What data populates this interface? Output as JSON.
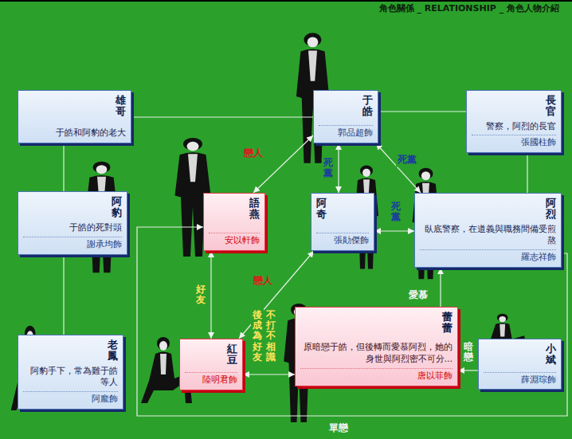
{
  "diagram": {
    "title": "角色關係 _ RELATIONSHIP _ 角色人物介紹",
    "nodes": [
      {
        "text": [
          "雄哥",
          "于皓和阿豹的老大"
        ]
      },
      {
        "text": [
          "于皓",
          "郭品超飾"
        ]
      },
      {
        "text": [
          "長官",
          "警察，阿烈的長官",
          "張國柱飾"
        ]
      },
      {
        "text": [
          "阿豹",
          "于皓的死對頭",
          "謝承均飾"
        ]
      },
      {
        "text": [
          "語燕",
          "安以軒飾"
        ]
      },
      {
        "text": [
          "阿奇",
          "張勛傑飾"
        ]
      },
      {
        "text": [
          "阿烈",
          "臥底警察，在道義與職務間備受煎熬",
          "羅志祥飾"
        ]
      },
      {
        "text": [
          "老鳳",
          "阿豹手下，常為難于皓等人",
          "阿龐飾"
        ]
      },
      {
        "text": [
          "紅豆",
          "陸明君飾"
        ]
      },
      {
        "text": [
          "蕾蕾",
          "原暗戀于皓，但後轉而愛慕阿烈，她的身世與阿烈密不可分...",
          "唐以菲飾"
        ]
      },
      {
        "text": [
          "小斌",
          "薛淵琮飾"
        ]
      }
    ],
    "edges": [
      {
        "from": 4,
        "to": 1,
        "label": "戀人",
        "arrow": "both"
      },
      {
        "from": 1,
        "to": 5,
        "label": "死黨",
        "arrow": "both"
      },
      {
        "from": 1,
        "to": 6,
        "label": "死黨",
        "arrow": "both"
      },
      {
        "from": 5,
        "to": 6,
        "label": "死黨",
        "arrow": "both"
      },
      {
        "from": 5,
        "to": 8,
        "label": "戀人",
        "arrow": "both"
      },
      {
        "from": 4,
        "to": 8,
        "label": "好友",
        "arrow": "both"
      },
      {
        "from": 8,
        "to": 9,
        "label": "不打不相識",
        "arrow": "both"
      },
      {
        "from": 9,
        "to": 6,
        "label": "愛慕",
        "arrow": "to"
      },
      {
        "from": 10,
        "to": 9,
        "label": "暗戀",
        "arrow": "to"
      },
      {
        "from": 6,
        "to": 4,
        "label": "單戀",
        "arrow": "to"
      },
      {
        "from": 0,
        "to": 1,
        "arrow": "none"
      },
      {
        "from": 1,
        "to": 2,
        "arrow": "none"
      },
      {
        "from": 2,
        "to": 6,
        "arrow": "none"
      },
      {
        "from": 0,
        "to": 3,
        "arrow": "none"
      },
      {
        "from": 3,
        "to": 7,
        "arrow": "none"
      }
    ],
    "labels": [
      "後成為好友"
    ]
  }
}
